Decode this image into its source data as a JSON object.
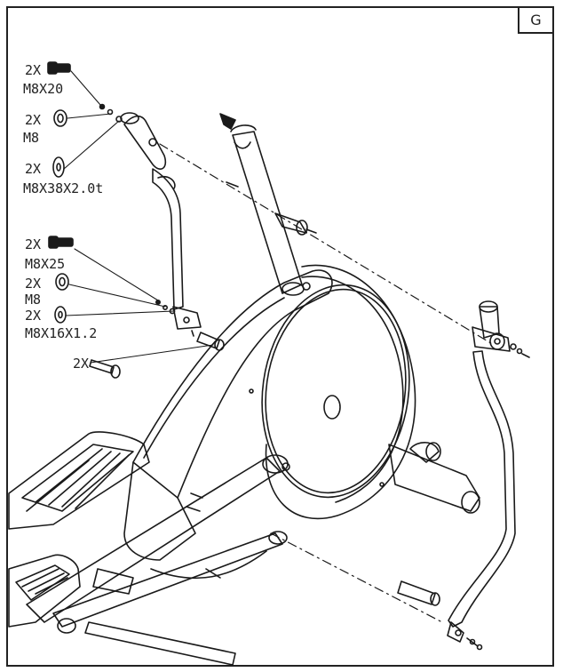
{
  "step": {
    "label": "G"
  },
  "parts": [
    {
      "qty": "2X",
      "spec": "M8X20",
      "icon": "bolt-icon"
    },
    {
      "qty": "2X",
      "spec": "M8",
      "icon": "nut-icon"
    },
    {
      "qty": "2X",
      "spec": "M8X38X2.0t",
      "icon": "washer-icon"
    },
    {
      "qty": "2X",
      "spec": "M8X25",
      "icon": "bolt-icon"
    },
    {
      "qty": "2X",
      "spec": "M8",
      "icon": "nut-icon"
    },
    {
      "qty": "2X",
      "spec": "M8X16X1.2",
      "icon": "washer-icon"
    },
    {
      "qty": "2X",
      "spec": "",
      "icon": "axle-pin-icon"
    }
  ]
}
